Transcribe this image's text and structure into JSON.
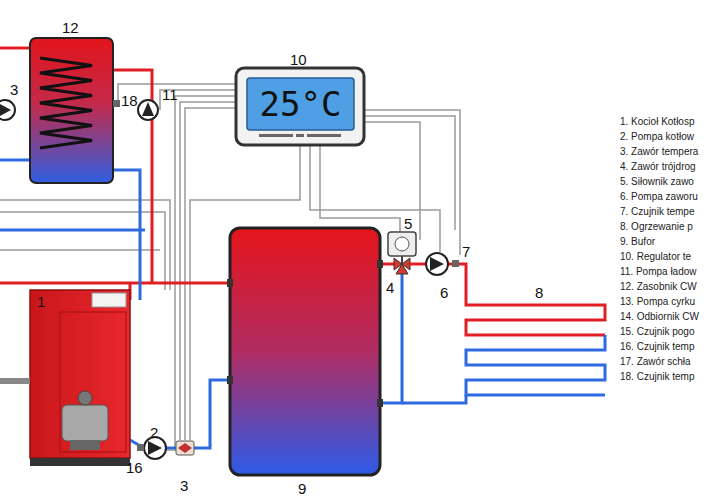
{
  "diagram": {
    "nodes": [
      {
        "text": [
          "25°C"
        ]
      }
    ],
    "edges": [],
    "labels": [
      "1",
      "2",
      "3",
      "4",
      "5",
      "6",
      "7",
      "8",
      "9",
      "10",
      "11",
      "12",
      "16",
      "18",
      "3",
      "1. Kocioł Kotłosp",
      "2. Pompa kotłow",
      "3. Zawór tempera",
      "4. Zawór trójdrog",
      "5. Siłownik zawo",
      "6. Pompa zaworu",
      "7. Czujnik tempe",
      "8. Ogrzewanie p",
      "9. Bufor",
      "10. Regulator te",
      "11. Pompa ładow",
      "12. Zasobnik CW",
      "13. Pompa cyrku",
      "14. Odbiornik CW",
      "15. Czujnik pogo",
      "16. Czujnik temp",
      "17. Zawór schła",
      "18. Czujnik temp"
    ]
  }
}
